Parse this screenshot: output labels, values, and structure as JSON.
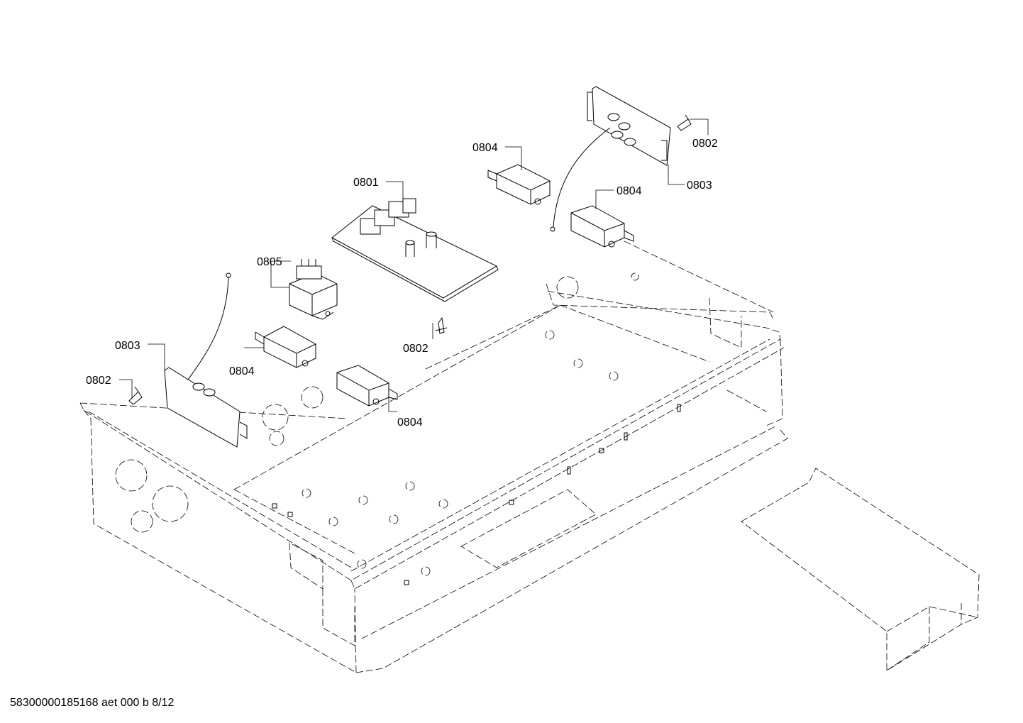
{
  "callouts": {
    "c0801": "0801",
    "c0802_a": "0802",
    "c0802_b": "0802",
    "c0802_c": "0802",
    "c0803_a": "0803",
    "c0803_b": "0803",
    "c0804_a": "0804",
    "c0804_b": "0804",
    "c0804_c": "0804",
    "c0804_d": "0804",
    "c0805": "0805"
  },
  "footer": {
    "doc_id": "58300000185168 aet 000 b 8/12"
  }
}
